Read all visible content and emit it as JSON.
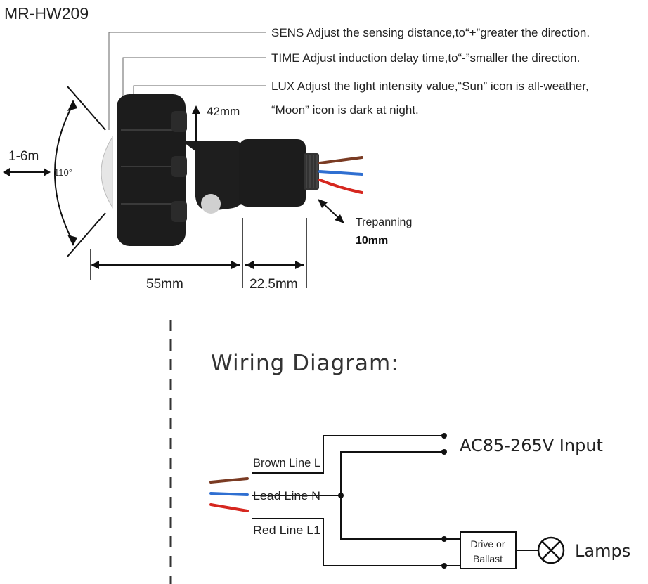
{
  "model": "MR-HW209",
  "adjustments": {
    "sens": "SENS Adjust the sensing distance,to“+”greater the direction.",
    "time": "TIME Adjust induction delay time,to“-”smaller the direction.",
    "lux_line1": "LUX Adjust the light intensity value,“Sun” icon is all-weather,",
    "lux_line2": "“Moon” icon is dark at night."
  },
  "dimensions": {
    "range": "1-6m",
    "angle": "110°",
    "height": "42mm",
    "length": "55mm",
    "neck": "22.5mm",
    "trepanning_label": "Trepanning",
    "trepanning_value": "10mm"
  },
  "wiring": {
    "title": "Wiring Diagram:",
    "brown": "Brown Line L",
    "lead": "Lead Line N",
    "red": "Red Line L1",
    "input": "AC85-265V Input",
    "box_line1": "Drive or",
    "box_line2": "Ballast",
    "lamps": "Lamps"
  },
  "colors": {
    "body": "#1c1c1c",
    "lens": "#e6e6e6",
    "wire_brown": "#7a3b23",
    "wire_blue": "#2f6fd1",
    "wire_red": "#d6271f"
  }
}
